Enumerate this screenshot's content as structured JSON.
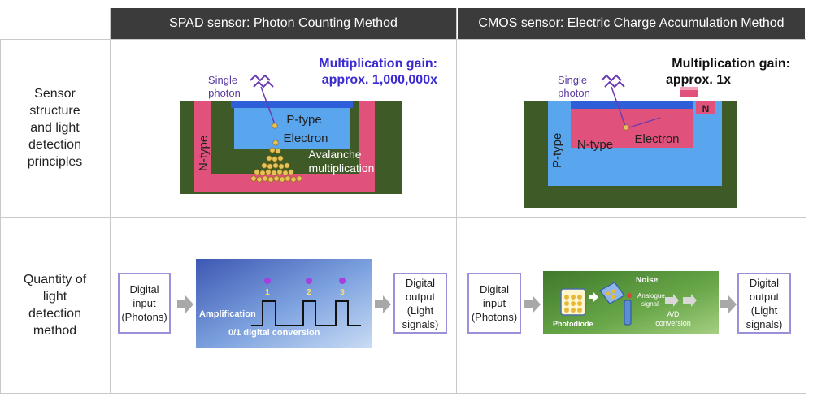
{
  "headers": {
    "spad": "SPAD sensor: Photon Counting Method",
    "cmos": "CMOS sensor: Electric Charge Accumulation Method"
  },
  "row_labels": {
    "structure": [
      "Sensor",
      "structure",
      "and light",
      "detection",
      "principles"
    ],
    "quantity": [
      "Quantity of",
      "light",
      "detection",
      "method"
    ]
  },
  "spad": {
    "gain_line1": "Multiplication gain:",
    "gain_line2": "approx. 1,000,000x",
    "single": "Single",
    "photon": "photon",
    "p_type": "P-type",
    "electron": "Electron",
    "n_type": "N-type",
    "avalanche1": "Avalanche",
    "avalanche2": "multiplication",
    "input": [
      "Digital",
      "input",
      "(Photons)"
    ],
    "amplification": "Amplification",
    "conversion": "0/1 digital conversion",
    "counts": [
      "1",
      "2",
      "3"
    ],
    "output": [
      "Digital",
      "output",
      "(Light",
      "signals)"
    ]
  },
  "cmos": {
    "gain_line1": "Multiplication gain:",
    "gain_line2": "approx. 1x",
    "single": "Single",
    "photon": "photon",
    "n_type": "N-type",
    "electron": "Electron",
    "p_type": "P-type",
    "n_small": "N",
    "input": [
      "Digital",
      "input",
      "(Photons)"
    ],
    "noise": "Noise",
    "photodiode": "Photodiode",
    "analogue1": "Analogue",
    "analogue2": "signal",
    "ad1": "A/D",
    "ad2": "conversion",
    "output": [
      "Digital",
      "output",
      "(Light",
      "signals)"
    ]
  },
  "colors": {
    "header_bg": "#3b3b3b",
    "substrate_green": "#3e5a27",
    "pink": "#e0527c",
    "blue": "#5aa6ee",
    "gain_purple": "#3a2bd0",
    "box_border": "#9a92d8"
  }
}
